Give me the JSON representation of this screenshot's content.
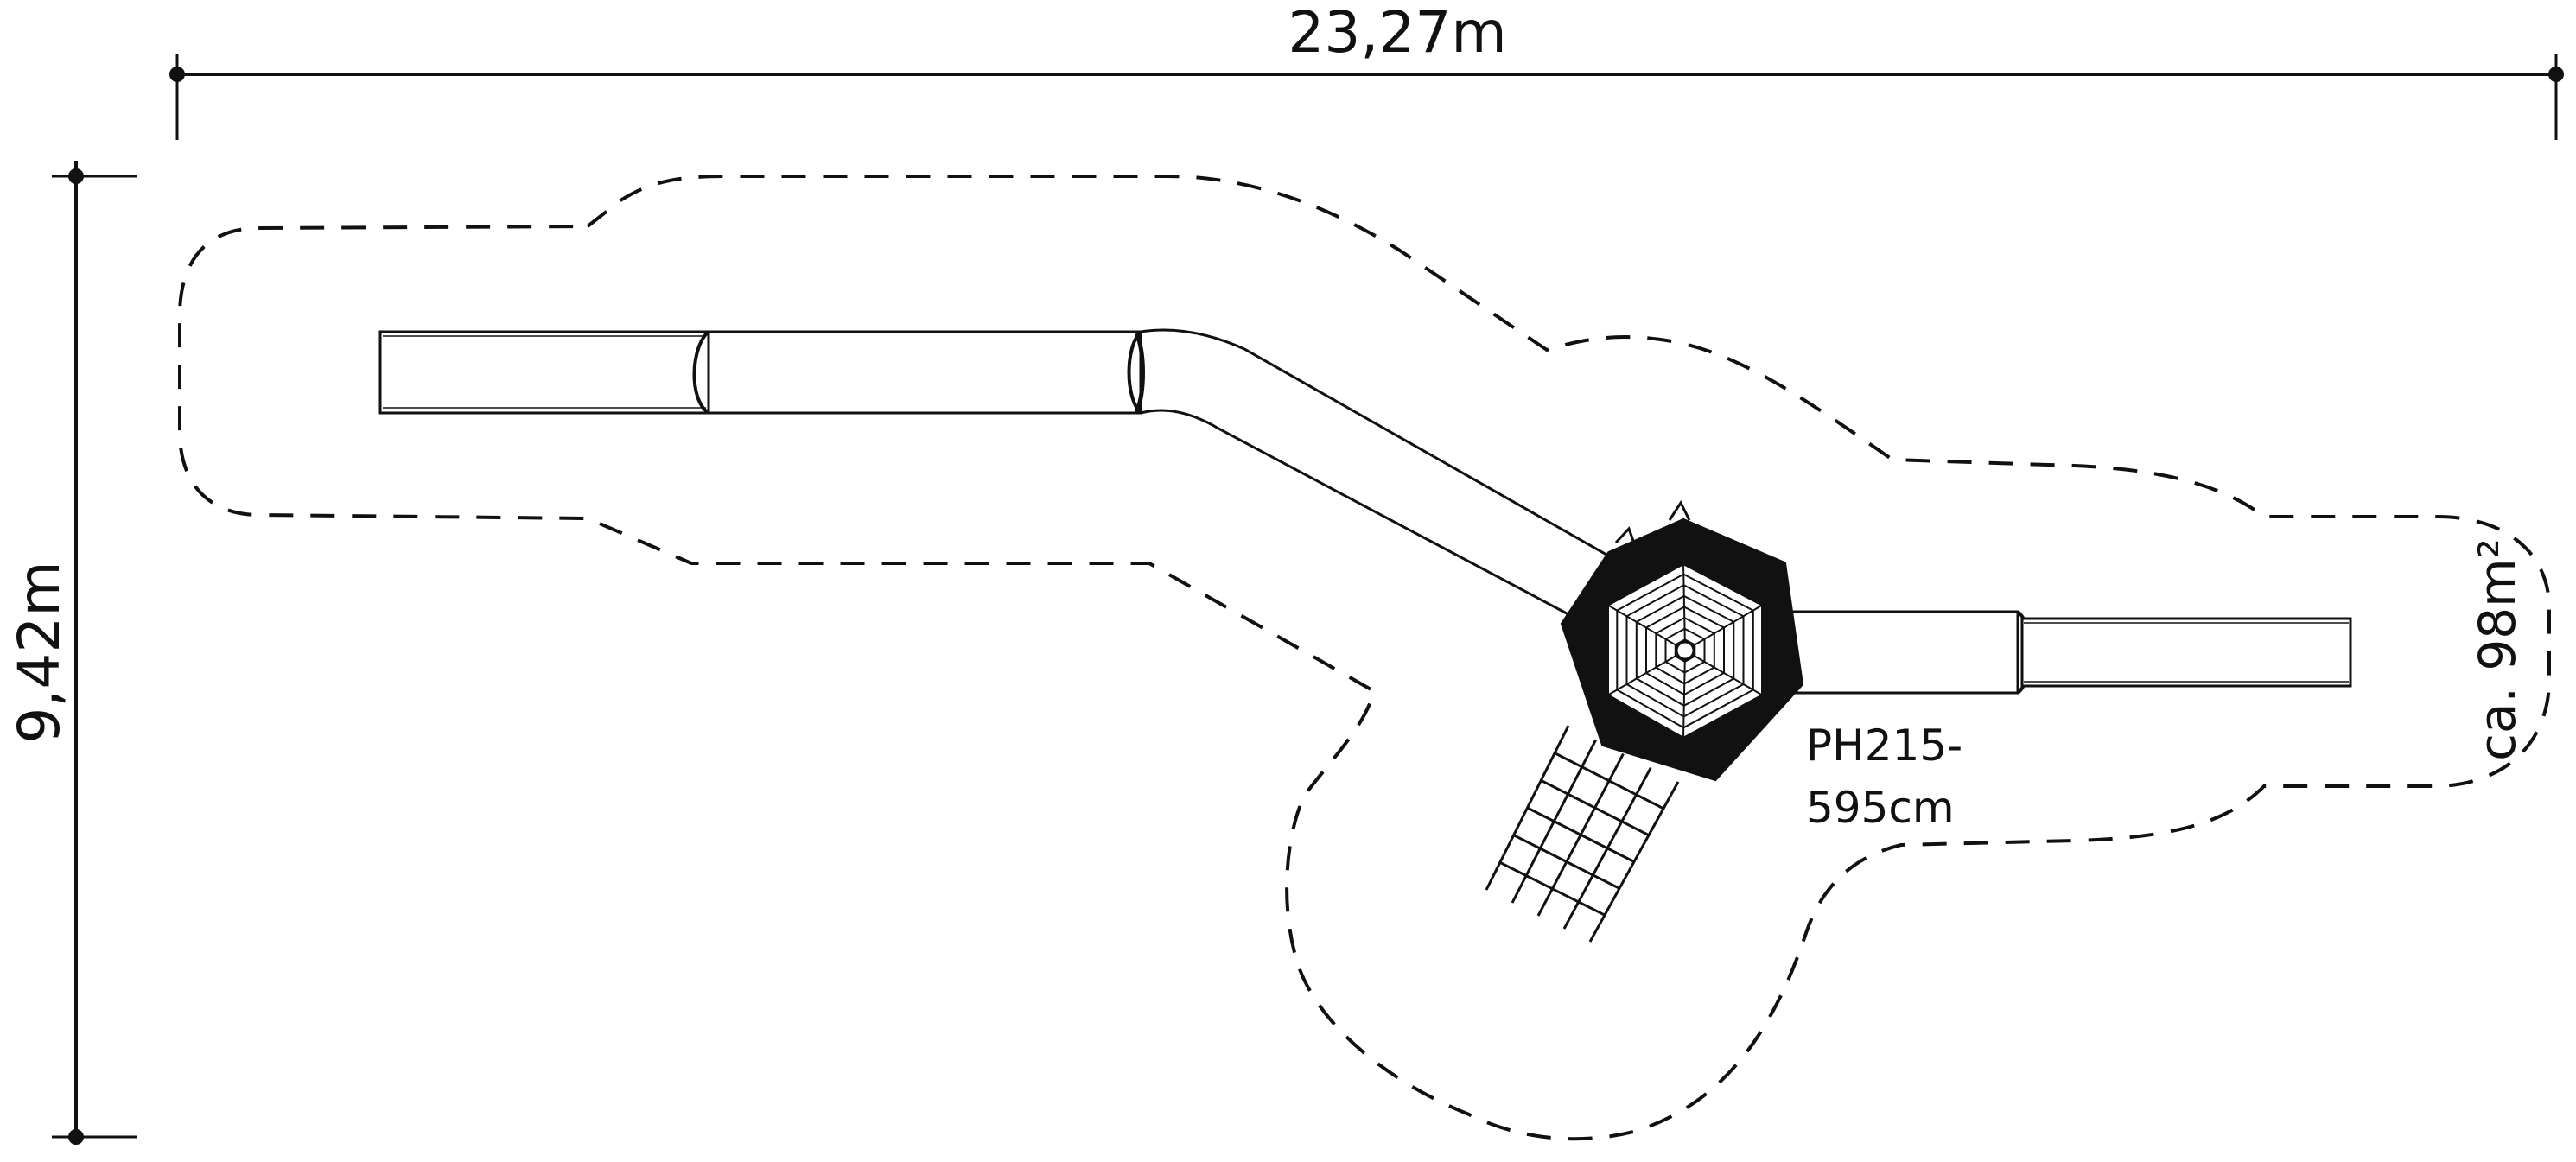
{
  "dimensions": {
    "width_label": "23,27m",
    "height_label": "9,42m"
  },
  "product": {
    "code": "PH215-",
    "height": "595cm"
  },
  "area": {
    "label": "ca. 98m²"
  },
  "colors": {
    "ink": "#111111",
    "background": "#ffffff"
  }
}
